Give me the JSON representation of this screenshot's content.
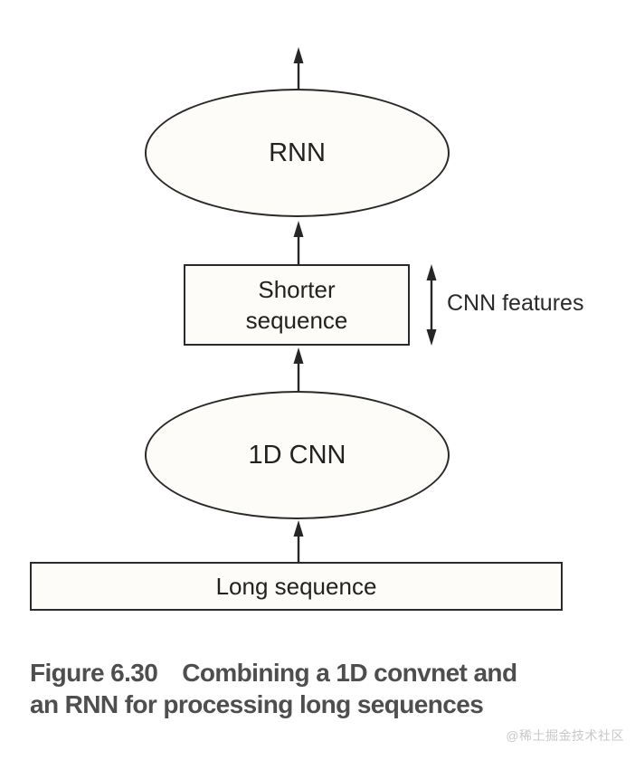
{
  "diagram": {
    "nodes": {
      "rnn": {
        "label": "RNN",
        "shape": "ellipse"
      },
      "shorter_sequence": {
        "label": "Shorter\nsequence",
        "shape": "rect"
      },
      "cnn_1d": {
        "label": "1D CNN",
        "shape": "ellipse"
      },
      "long_sequence": {
        "label": "Long sequence",
        "shape": "rect"
      }
    },
    "annotations": {
      "cnn_features": {
        "label": "CNN features"
      }
    },
    "flow": [
      "Long sequence",
      "1D CNN",
      "Shorter sequence",
      "RNN",
      "output"
    ],
    "colors": {
      "line": "#262626",
      "node_fill": "#fdfcf9",
      "node_border": "#2a2a2a",
      "text": "#222222",
      "caption_text": "#4e4e4e",
      "watermark_text": "#c8c8c8",
      "background": "#ffffff"
    }
  },
  "caption": {
    "figure_number": "Figure 6.30",
    "line1": "Combining a 1D convnet and",
    "line2": "an RNN for processing long sequences"
  },
  "watermark": {
    "text": "@稀土掘金技术社区"
  }
}
